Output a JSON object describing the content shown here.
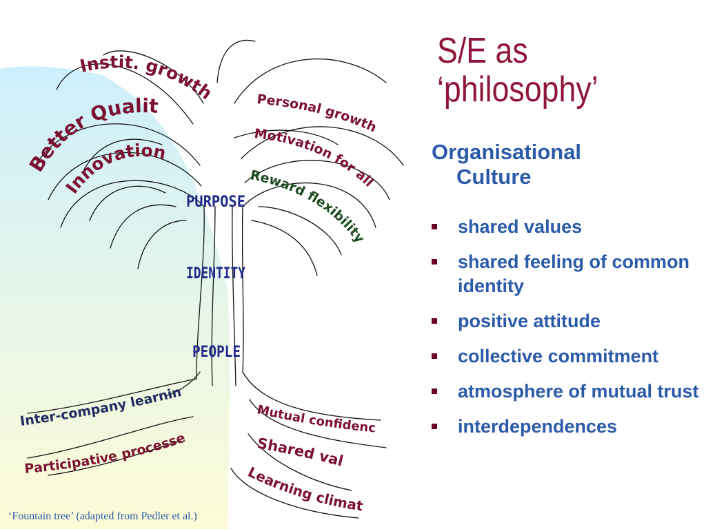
{
  "slide": {
    "title_lines": [
      "S/E as",
      "‘philosophy’"
    ],
    "subtitle_lines": [
      "Organisational",
      "Culture"
    ],
    "bullets": [
      "shared values",
      "shared feeling of common identity",
      "positive attitude",
      "collective commitment",
      "atmosphere of mutual trust",
      "interdependences"
    ],
    "caption": "‘Fountain tree’ (adapted from Pedler et al.)"
  },
  "tree": {
    "left_top": [
      "Instit. growth",
      "Better Quality",
      "Innovation"
    ],
    "right_top": [
      "Personal growth",
      "Motivation for all",
      "Reward flexibility"
    ],
    "trunk": [
      "PURPOSE",
      "IDENTITY",
      "PEOPLE"
    ],
    "left_bottom": [
      "Inter-company learning",
      "Participative processes"
    ],
    "right_bottom": [
      "Mutual confidence",
      "Shared values",
      "Learning climate"
    ]
  },
  "colors": {
    "title": "#8f1638",
    "body_text": "#2a5aa8",
    "bullet": "#6b0020",
    "tree_words": "#7b1030",
    "trunk_words": "#1f2a8a",
    "background_blue": "#cdeffc",
    "background_yellow": "#fdfbd6"
  }
}
